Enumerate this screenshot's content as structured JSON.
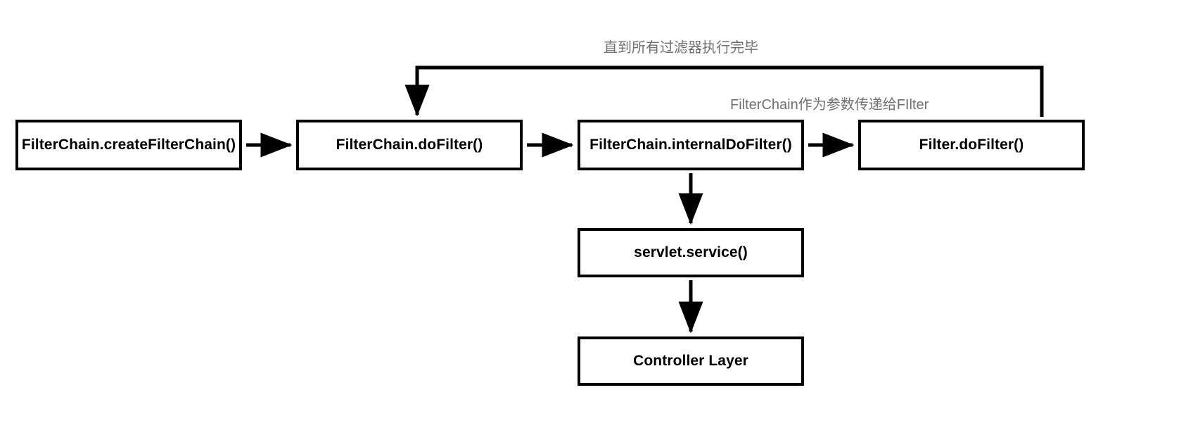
{
  "diagram": {
    "title_visible": false,
    "background_color": "#ffffff",
    "node_border_color": "#000000",
    "node_text_color": "#000000",
    "annotation_text_color": "#717171",
    "connector_color": "#000000",
    "nodes": [
      {
        "id": "create-chain",
        "label": "FilterChain.createFilterChain()"
      },
      {
        "id": "dofilter",
        "label": "FilterChain.doFilter()"
      },
      {
        "id": "internal",
        "label": "FilterChain.internalDoFilter()"
      },
      {
        "id": "filter",
        "label": "Filter.doFilter()"
      },
      {
        "id": "servlet",
        "label": "servlet.service()"
      },
      {
        "id": "controller",
        "label": "Controller Layer"
      }
    ],
    "annotations": [
      {
        "id": "loop",
        "label": "直到所有过滤器执行完毕"
      },
      {
        "id": "param",
        "label": "FilterChain作为参数传递给FIlter"
      }
    ],
    "edges": [
      {
        "id": "e1",
        "from": "create-chain",
        "to": "dofilter",
        "label": ""
      },
      {
        "id": "e2",
        "from": "dofilter",
        "to": "internal",
        "label": ""
      },
      {
        "id": "e3",
        "from": "internal",
        "to": "filter",
        "label": ""
      },
      {
        "id": "e4",
        "from": "internal",
        "to": "servlet",
        "label": ""
      },
      {
        "id": "e5",
        "from": "servlet",
        "to": "controller",
        "label": ""
      },
      {
        "id": "e6",
        "from": "filter",
        "to": "dofilter",
        "label": "直到所有过滤器执行完毕"
      }
    ]
  }
}
